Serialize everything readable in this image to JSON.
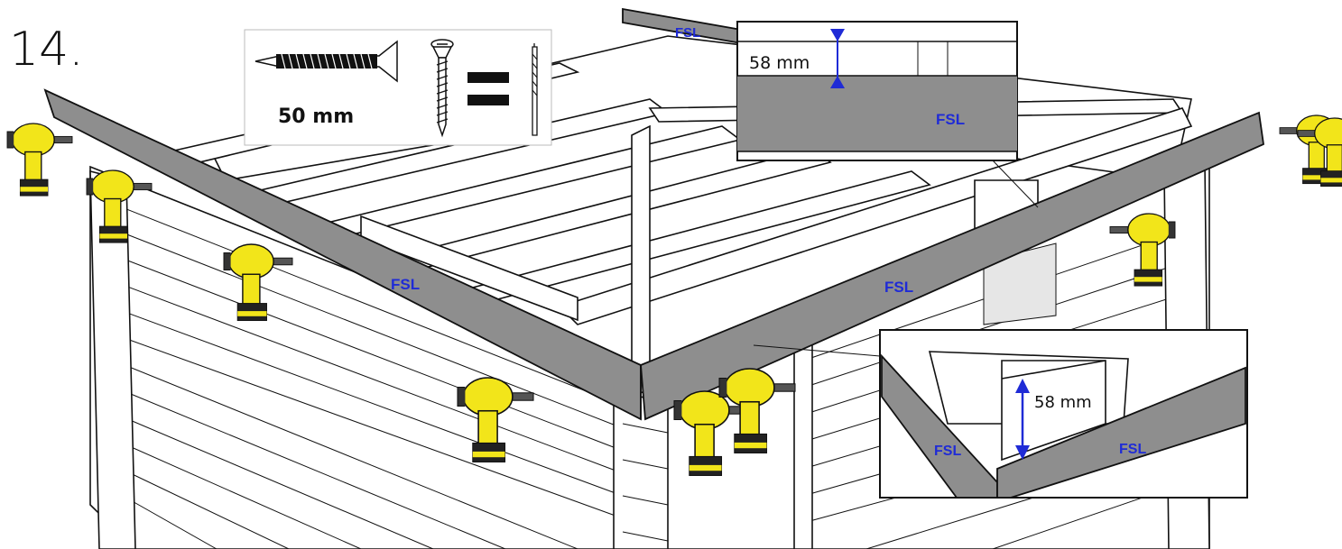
{
  "step_number": "14.",
  "screw_box": {
    "length_label": "50 mm"
  },
  "top_inset": {
    "measure_label": "58 mm",
    "board_label": "FSL"
  },
  "bottom_inset": {
    "measure_label": "58 mm",
    "board_left_label": "FSL",
    "board_right_label": "FSL"
  },
  "board_labels": {
    "top_back": "FSL",
    "front_left": "FSL",
    "front_right": "FSL"
  },
  "colors": {
    "board": "#8e8e8e",
    "label": "#1f2bd6",
    "drill_body": "#f2e51a",
    "drill_battery": "#222222"
  },
  "icons": [
    "screw-icon",
    "wood-screw-icon",
    "drill-bit-icon",
    "cordless-drill-icon"
  ]
}
